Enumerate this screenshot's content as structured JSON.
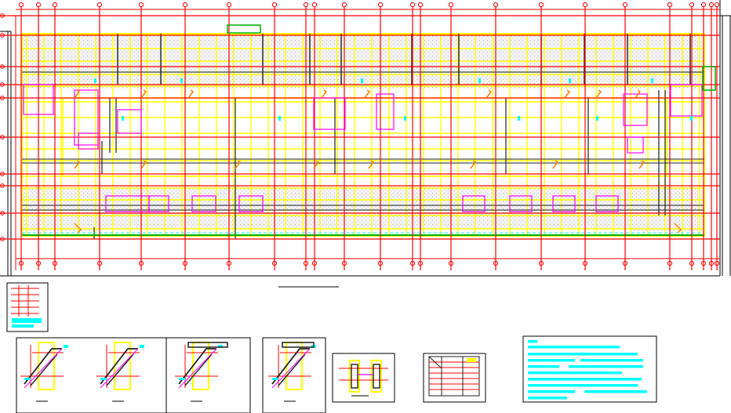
{
  "drawing": {
    "colors": {
      "background": "#ffffff",
      "frame": "#000000",
      "axis": "#ff0000",
      "beam": "#ffff00",
      "hatch": "#c8c8c8",
      "magenta": "#ff00ff",
      "cyan": "#00ffff",
      "orange": "#ff8000",
      "green": "#00b000",
      "dark": "#202020"
    },
    "plan": {
      "grid_columns": 27,
      "grid_rows": 9,
      "panels": 2
    },
    "details": {
      "connection_sheets": 4,
      "section_sheets": 1,
      "table_sheets": 1,
      "notes_sheets": 1
    }
  }
}
